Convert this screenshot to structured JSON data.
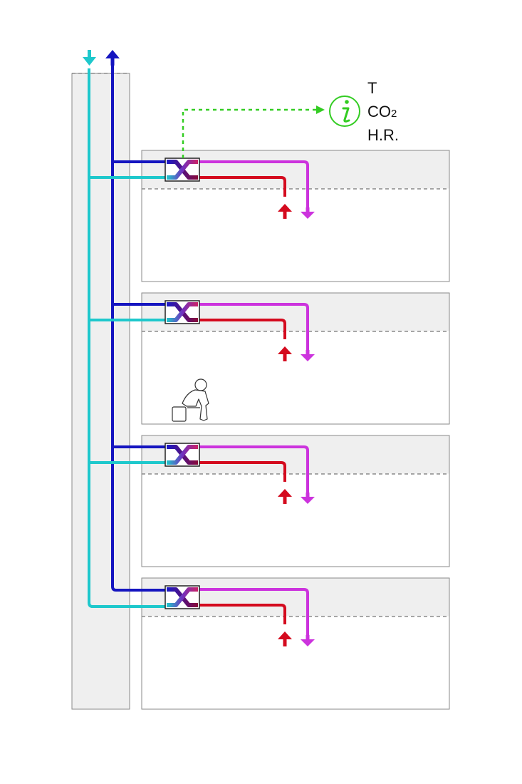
{
  "sensor": {
    "line1": "T",
    "line2_main": "CO",
    "line2_sub": "2",
    "line3": "H.R."
  },
  "colors": {
    "fresh_air_supply": "#1ec8cc",
    "exhaust_riser": "#1515c0",
    "room_extract": "#d40a1e",
    "room_supply": "#cc33dd",
    "signal": "#33cc22",
    "panel_fill": "#efefef",
    "panel_stroke": "#8a8a8a"
  },
  "floors": [
    "floor-1",
    "floor-2",
    "floor-3",
    "floor-4"
  ],
  "icons": [
    "info-icon",
    "seated-person-icon",
    "heat-exchanger-icon",
    "arrow-up-icon",
    "arrow-down-icon"
  ]
}
